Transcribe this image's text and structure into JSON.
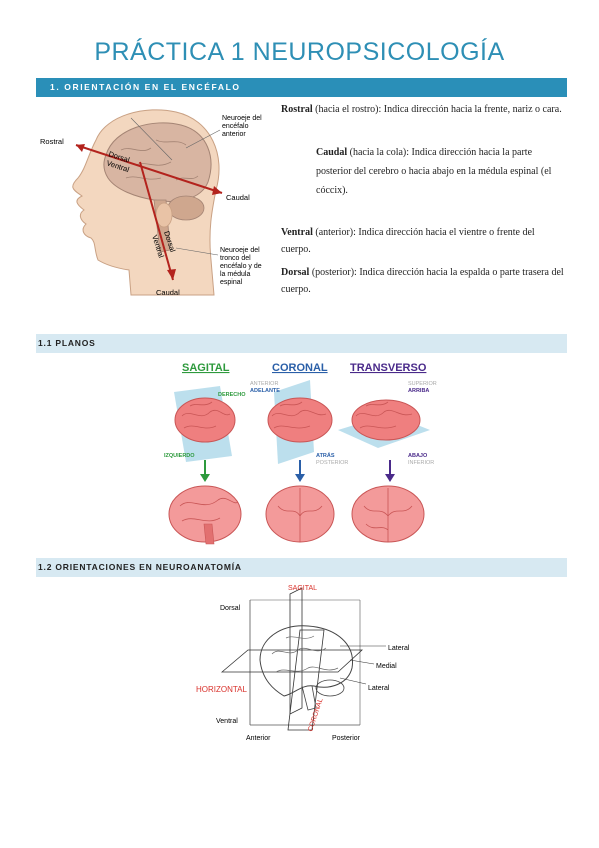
{
  "page": {
    "title": "PRÁCTICA 1 NEUROPSICOLOGÍA"
  },
  "section1": {
    "heading": "1.   ORIENTACIÓN EN EL ENCÉFALO",
    "figure": {
      "rostral": "Rostral",
      "dorsal": "Dorsal",
      "ventral": "Ventral",
      "caudal_right": "Caudal",
      "dorsal_diag": "Dorsal",
      "ventral_diag": "Ventral",
      "caudal_bottom": "Caudal",
      "neuroeje_anterior": [
        "Neuroeje del",
        "encéfalo",
        "anterior"
      ],
      "neuroeje_tronco": [
        "Neuroeje del",
        "tronco del",
        "encéfalo y de",
        "la médula",
        "espinal"
      ]
    },
    "rostral_term": "Rostral",
    "rostral_text": " (hacia el rostro): Indica dirección hacia la frente, nariz o cara.",
    "caudal_term": "Caudal",
    "caudal_text": " (hacia la cola): Indica dirección hacia la parte posterior del cerebro o hacia abajo en la médula espinal (el cóccix).",
    "ventral_term": "Ventral",
    "ventral_text": " (anterior): Indica dirección hacia el vientre o frente del cuerpo.",
    "dorsal_term": "Dorsal",
    "dorsal_text": " (posterior): Indica dirección hacia la espalda o parte trasera del cuerpo."
  },
  "section11": {
    "heading": "1.1 PLANOS",
    "figure": {
      "sagital": "SAGITAL",
      "coronal": "CORONAL",
      "transverso": "TRANSVERSO",
      "derecho": "DERECHO",
      "izquierdo": "IZQUIERDO",
      "anterior": "ANTERIOR",
      "adelante": "ADELANTE",
      "atras": "ATRÁS",
      "posterior": "POSTERIOR",
      "superior": "SUPERIOR",
      "arriba": "ARRIBA",
      "abajo": "ABAJO",
      "inferior": "INFERIOR"
    }
  },
  "section12": {
    "heading": "1.2 ORIENTACIONES EN NEUROANATOMÍA",
    "figure": {
      "sagital": "SAGITAL",
      "dorsal": "Dorsal",
      "lateral_top": "Lateral",
      "medial": "Medial",
      "lateral_bottom": "Lateral",
      "horizontal": "HORIZONTAL",
      "coronal": "CORONAL",
      "ventral": "Ventral",
      "anterior": "Anterior",
      "posterior": "Posterior"
    }
  }
}
